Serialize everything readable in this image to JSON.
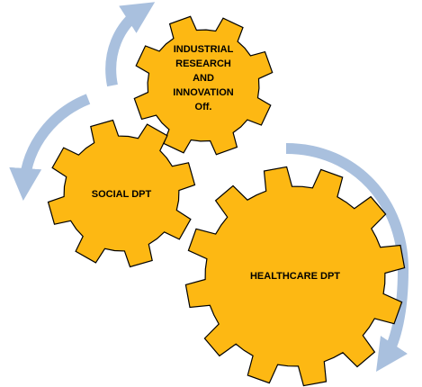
{
  "colors": {
    "gear_fill": "#FDB813",
    "gear_stroke": "#000000",
    "arrow": "#A9C0DE"
  },
  "gears": {
    "research": {
      "label_lines": [
        "INDUSTRIAL",
        "RESEARCH",
        "AND",
        "INNOVATION",
        "Off."
      ]
    },
    "social": {
      "label_lines": [
        "SOCIAL DPT"
      ]
    },
    "healthcare": {
      "label_lines": [
        "HEALTHCARE DPT"
      ]
    }
  },
  "arrows": [
    "curved-arrow-top",
    "curved-arrow-left",
    "curved-arrow-right"
  ]
}
